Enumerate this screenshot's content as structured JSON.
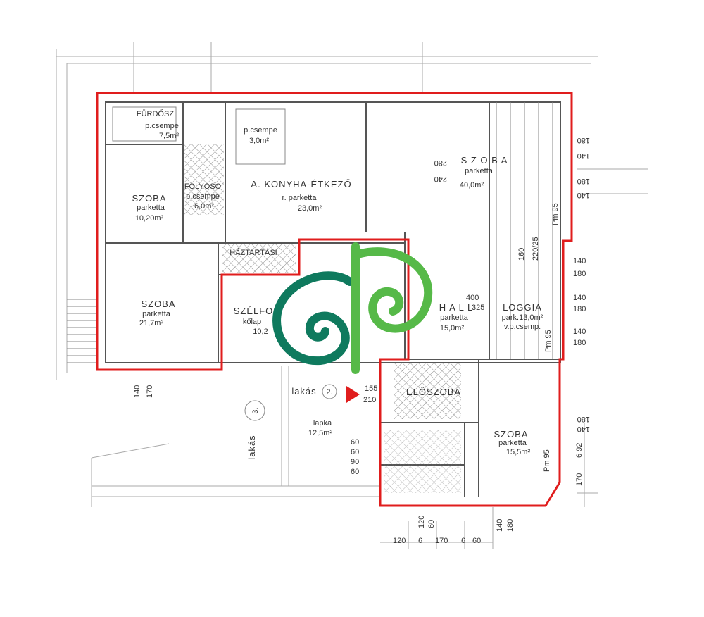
{
  "colors": {
    "outline": "#e01d1d",
    "logo_dark_green": "#0f7a5e",
    "logo_light_green": "#56b948",
    "arrow": "#e01d1d"
  },
  "rooms": {
    "furdoszoba": {
      "name": "FÜRDŐSZ.",
      "floor": "p.csempe",
      "area": "7,5m²"
    },
    "wc": {
      "name": "",
      "floor": "p.csempe",
      "area": "3,0m²"
    },
    "folyoso": {
      "name": "FOLYOSO",
      "floor": "p.csempe",
      "area": "6,0m²"
    },
    "konyha": {
      "name": "A. KONYHA-ÉTKEZŐ",
      "floor": "r. parketta",
      "area": "23,0m²"
    },
    "szoba_ne": {
      "name": "S Z O B A",
      "floor": "parketta",
      "area": "40,0m²"
    },
    "szoba_w1": {
      "name": "SZOBA",
      "floor": "parketta",
      "area": "10,20m²"
    },
    "szoba_w2": {
      "name": "SZOBA",
      "floor": "parketta",
      "area": "21,7m²"
    },
    "haztartasi": {
      "name": "HÁZTARTÁSI"
    },
    "szelfogo": {
      "name": "SZÉLFO",
      "floor": "kőlap",
      "area": "10,2"
    },
    "hall": {
      "name": "H A L L",
      "floor": "parketta",
      "area": "15,0m²"
    },
    "loggia": {
      "name": "LOGGIA",
      "floor": "park.13,0m²",
      "area": "v.p.csemp."
    },
    "eloszoba": {
      "name": "ELŐSZOBA"
    },
    "szoba_se": {
      "name": "SZOBA",
      "floor": "parketta",
      "area": "15,5m²"
    },
    "lepcso": {
      "floor": "lapka",
      "area": "12,5m²"
    }
  },
  "labels": {
    "lakas2": "lakás",
    "lakas2_num": "2.",
    "lakas3": "lakás",
    "lakas3_num": "3."
  },
  "dimensions": {
    "d180a": "180",
    "d140a": "140",
    "d180b": "180",
    "d140b": "140",
    "d240": "240",
    "d280": "280",
    "d140r1": "140",
    "d180r1": "180",
    "d140r2": "140",
    "d180r2": "180",
    "d140r3": "140",
    "d180r3": "180",
    "d400": "400",
    "d325": "325",
    "d160": "160",
    "d220": "220/25",
    "pm95a": "Pm 95",
    "pm95b": "Pm 95",
    "pm95c": "Pm 95",
    "d140bl": "140",
    "d170bl": "170",
    "d155": "155",
    "d210": "210",
    "d60a": "60",
    "d60b": "60",
    "d90": "90",
    "d60c": "60",
    "d120b": "120",
    "d6b": "6",
    "d170b": "170",
    "d6c": "6",
    "d60d": "60",
    "d140b2": "140",
    "d180b2": "180",
    "d120v": "120",
    "d60v": "60",
    "d692": "6 92",
    "d170r": "170",
    "d180br": "180",
    "d140br": "140"
  }
}
